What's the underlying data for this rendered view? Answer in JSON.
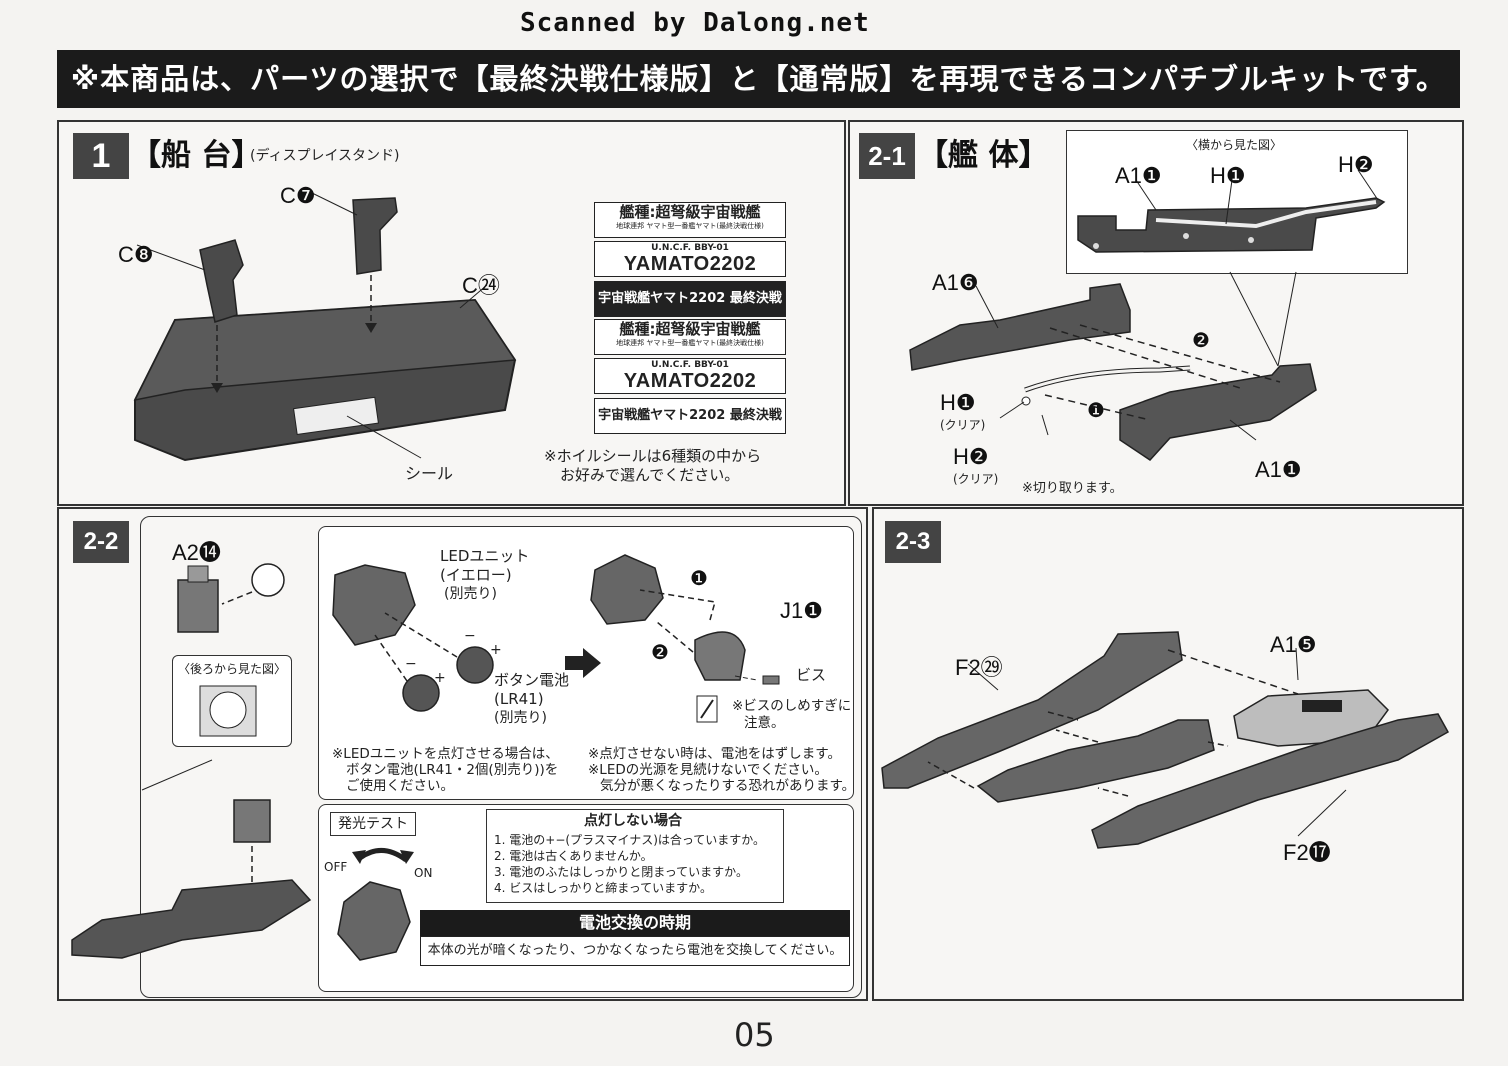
{
  "scan_credit": "Scanned by Dalong.net",
  "banner": "※本商品は、パーツの選択で【最終決戦仕様版】と【通常版】を再現できるコンパチブルキットです。",
  "step1": {
    "badge": "1",
    "title": "【船 台】",
    "subtitle": "(ディスプレイスタンド)",
    "labels": {
      "c7": "C❼",
      "c8": "C❽",
      "c24": "C㉔",
      "seal": "シール"
    },
    "decals": [
      {
        "line1": "艦種:超弩級宇宙戦艦",
        "line2": "地球連邦 ヤマト型一番艦ヤマト(最終決戦仕様)"
      },
      {
        "line1": "U.N.C.F. BBY-01",
        "line2": "YAMATO2202"
      },
      {
        "line1": "宇宙戦艦ヤマト2202 最終決戦仕様"
      },
      {
        "line1": "艦種:超弩級宇宙戦艦",
        "line2": "地球連邦 ヤマト型一番艦ヤマト(最終決戦仕様)"
      },
      {
        "line1": "U.N.C.F. BBY-01",
        "line2": "YAMATO2202"
      },
      {
        "line1": "宇宙戦艦ヤマト2202 最終決戦仕様"
      }
    ],
    "note_line1": "※ホイルシールは6種類の中から",
    "note_line2": "お好みで選んでください。"
  },
  "step2_1": {
    "badge": "2-1",
    "title": "【艦 体】",
    "inset_caption": "〈横から見た図〉",
    "labels": {
      "inset_a1": "A1❶",
      "inset_h1": "H❶",
      "inset_h2": "H❷",
      "a16": "A1❻",
      "h1": "H❶",
      "h1_clear": "(クリア)",
      "h2": "H❷",
      "h2_clear": "(クリア)",
      "a11": "A1❶",
      "cut_note": "※切り取ります。"
    },
    "order": [
      "❶",
      "❷"
    ]
  },
  "step2_2": {
    "badge": "2-2",
    "a2": "A2⓮",
    "rear_caption": "〈後ろから見た図〉",
    "led_unit": "LEDユニット",
    "led_color": "(イエロー)",
    "led_sold": "(別売り)",
    "battery": "ボタン電池",
    "battery_type": "(LR41)",
    "battery_sold": "(別売り)",
    "plus": "+",
    "minus": "−",
    "led_note": [
      "※LEDユニットを点灯させる場合は、",
      "ボタン電池(LR41・2個(別売り))を",
      "ご使用ください。"
    ],
    "j1": "J1❶",
    "screw": "ビス",
    "screw_note": [
      "※ビスのしめすぎに",
      "注意。"
    ],
    "order": [
      "❶",
      "❷"
    ],
    "warn_note": [
      "※点灯させない時は、電池をはずします。",
      "※LEDの光源を見続けないでください。",
      "気分が悪くなったりする恐れがあります。"
    ],
    "light_test": "発光テスト",
    "off": "OFF",
    "on": "ON",
    "trouble_title": "点灯しない場合",
    "trouble_items": [
      "1. 電池の+−(プラスマイナス)は合っていますか。",
      "2. 電池は古くありませんか。",
      "3. 電池のふたはしっかりと閉まっていますか。",
      "4. ビスはしっかりと締まっていますか。"
    ],
    "battery_change_title": "電池交換の時期",
    "battery_change_text": "本体の光が暗くなったり、つかなくなったら電池を交換してください。"
  },
  "step2_3": {
    "badge": "2-3",
    "labels": {
      "f229": "F2㉙",
      "a15": "A1❺",
      "f217": "F2⓱"
    }
  },
  "page_number": "05"
}
